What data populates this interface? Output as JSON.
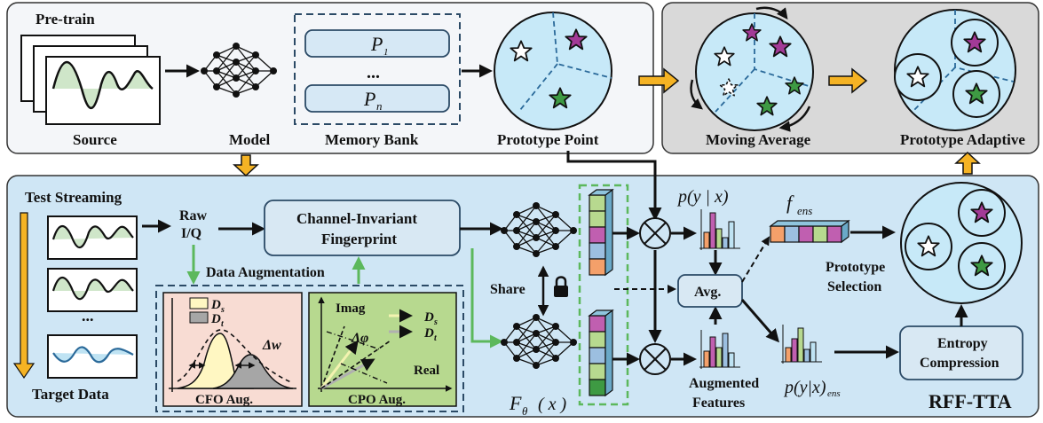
{
  "top": {
    "pretrain": "Pre-train",
    "source": "Source",
    "model": "Model",
    "memory_bank": "Memory Bank",
    "p1": "P",
    "p1_sub": "1",
    "pn": "P",
    "pn_sub": "n",
    "dots": "...",
    "prototype_point": "Prototype Point"
  },
  "right": {
    "moving_average": "Moving Average",
    "prototype_adaptive": "Prototype Adaptive"
  },
  "bottom": {
    "test_streaming": "Test Streaming",
    "target_data": "Target Data",
    "raw": "Raw",
    "iq": "I/Q",
    "cif_1": "Channel-Invariant",
    "cif_2": "Fingerprint",
    "data_aug": "Data Augmentation",
    "ds": "D",
    "ds_sub": "s",
    "dt": "D",
    "dt_sub": "t",
    "delta_w": "Δw",
    "cfo": "CFO Aug.",
    "imag": "Imag",
    "real": "Real",
    "delta_phi": "Δφ",
    "cpo": "CPO Aug.",
    "share": "Share",
    "f_theta": "F",
    "f_theta_sub": "θ",
    "f_theta_arg": "( x )",
    "pyx": "p(y | x)",
    "avg": "Avg.",
    "aug_1": "Augmented",
    "aug_2": "Features",
    "fens": "f",
    "fens_sub": "ens",
    "proto_sel_1": "Prototype",
    "proto_sel_2": "Selection",
    "entropy_1": "Entropy",
    "entropy_2": "Compression",
    "pyx_ens": "p(y|x)",
    "pyx_ens_sub": "ens",
    "rff_tta": "RFF-TTA"
  },
  "colors": {
    "top_panel": "#f4f6f9",
    "right_panel": "#d9d9d9",
    "bottom_panel": "#cfe6f5",
    "circle_fill": "#c7e9f8",
    "arrow_orange": "#f5b324",
    "green": "#5cb85c",
    "magenta": "#a33a97",
    "star_green": "#3e9a43"
  }
}
